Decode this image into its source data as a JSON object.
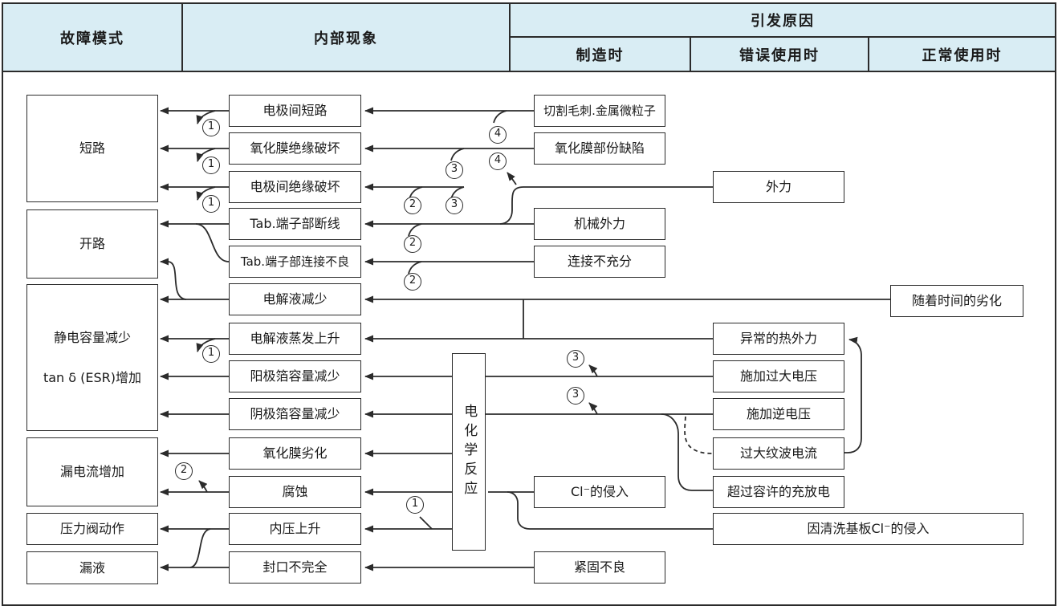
{
  "header": {
    "c1": "故障模式",
    "c2": "内部现象",
    "c3": "引发原因",
    "s1": "制造时",
    "s2": "错误使用时",
    "s3": "正常使用时"
  },
  "colors": {
    "header_bg": "#d9edf4",
    "line": "#2b2b2b",
    "box_bg": "#ffffff"
  },
  "nodes": {
    "fm1": "短路",
    "fm2": "开路",
    "fm3a": "静电容量减少",
    "fm3b": "tan δ (ESR)增加",
    "fm4": "漏电流增加",
    "fm5": "压力阀动作",
    "fm6": "漏液",
    "m1": "电极间短路",
    "m2": "氧化膜绝缘破坏",
    "m3": "电极间绝缘破坏",
    "m4": "Tab.端子部断线",
    "m5": "Tab.端子部连接不良",
    "m6": "电解液减少",
    "m7": "电解液蒸发上升",
    "m8": "阳极箔容量减少",
    "m9": "阴极箔容量减少",
    "m10": "氧化膜劣化",
    "m11": "腐蚀",
    "m12": "内压上升",
    "m13": "封口不完全",
    "e1": "电化学反应",
    "f1": "切割毛刺.金属微粒子",
    "f2": "氧化膜部份缺陷",
    "f3": "机械外力",
    "f4": "连接不充分",
    "f5": "Cl⁻的侵入",
    "f6": "紧固不良",
    "u1": "外力",
    "u2": "异常的热外力",
    "u3": "施加过大电压",
    "u4": "施加逆电压",
    "u5": "过大纹波电流",
    "u6": "超过容许的充放电",
    "n1": "随着时间的劣化",
    "n2": "因清洗基板Cl⁻的侵入"
  },
  "markers": {
    "m01": "1",
    "m02": "4",
    "m03": "1",
    "m04": "3",
    "m05": "4",
    "m06": "1",
    "m07": "2",
    "m08": "3",
    "m09": "2",
    "m10": "2",
    "m11": "1",
    "m12": "3",
    "m13": "3",
    "m14": "2",
    "m15": "1"
  }
}
